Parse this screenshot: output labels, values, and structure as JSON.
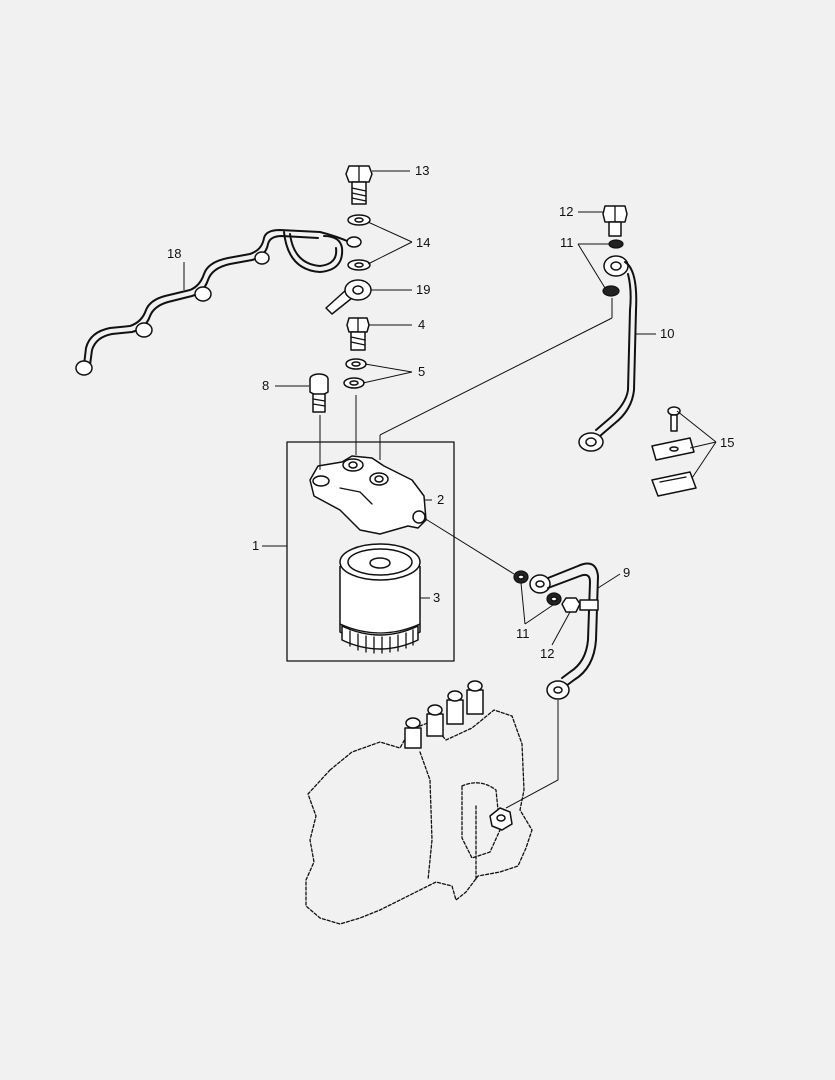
{
  "background": "#f1f1f1",
  "line_color": "#111111",
  "callouts": [
    {
      "id": "c1",
      "text": "1"
    },
    {
      "id": "c2",
      "text": "2"
    },
    {
      "id": "c3",
      "text": "3"
    },
    {
      "id": "c4",
      "text": "4"
    },
    {
      "id": "c5",
      "text": "5"
    },
    {
      "id": "c8",
      "text": "8"
    },
    {
      "id": "c9",
      "text": "9"
    },
    {
      "id": "c10",
      "text": "10"
    },
    {
      "id": "c11a",
      "text": "11"
    },
    {
      "id": "c11b",
      "text": "11"
    },
    {
      "id": "c12a",
      "text": "12"
    },
    {
      "id": "c12b",
      "text": "12"
    },
    {
      "id": "c13",
      "text": "13"
    },
    {
      "id": "c14",
      "text": "14"
    },
    {
      "id": "c15",
      "text": "15"
    },
    {
      "id": "c18",
      "text": "18"
    },
    {
      "id": "c19",
      "text": "19"
    }
  ]
}
